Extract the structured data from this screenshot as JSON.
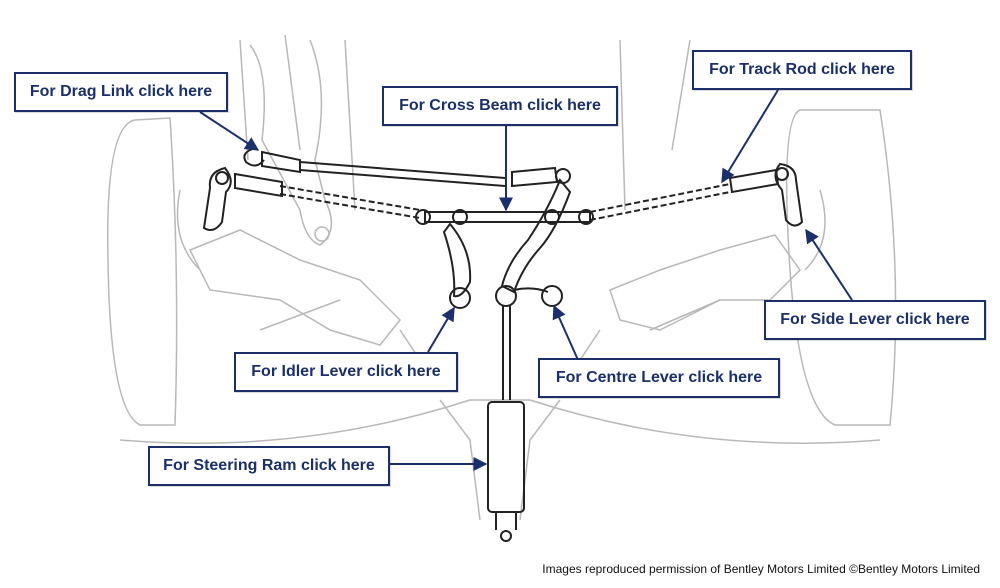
{
  "colors": {
    "accent": "#1b2f6b",
    "ghost": "#b8b8b8",
    "part": "#222222"
  },
  "links": {
    "drag_link": "For Drag Link click here",
    "cross_beam": "For Cross Beam click here",
    "track_rod": "For Track Rod click here",
    "side_lever": "For Side Lever click here",
    "idler_lever": "For Idler Lever click here",
    "centre_lever": "For Centre Lever click here",
    "steering_ram": "For Steering Ram click here"
  },
  "credit": "Images reproduced permission of Bentley Motors Limited ©Bentley Motors Limited"
}
